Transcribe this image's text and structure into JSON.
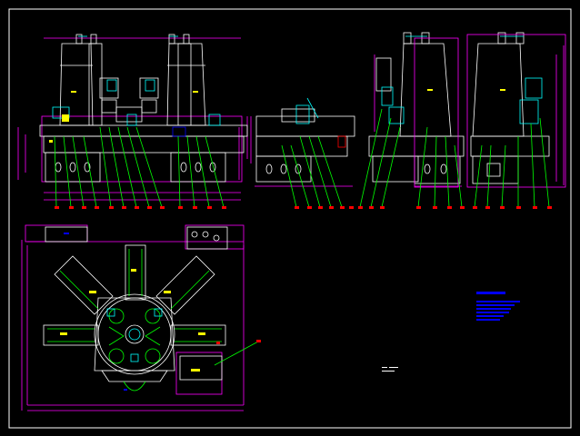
{
  "colors": {
    "background": "#000000",
    "frame": "#ffffff",
    "body_outline": "#ffffff",
    "dimension": "#ff00ff",
    "leader": "#00ff00",
    "balloon": "#ff0000",
    "tooling": "#00ffff",
    "hatch": "#ffff00",
    "table_text": "#0000ff",
    "table_line": "#0000ff"
  },
  "drawing": {
    "views": [
      {
        "name": "front-elevation"
      },
      {
        "name": "side-elevation-left"
      },
      {
        "name": "side-elevation-right"
      },
      {
        "name": "plan-view"
      }
    ],
    "table": {
      "label": "parts-list"
    },
    "note_text": ""
  }
}
